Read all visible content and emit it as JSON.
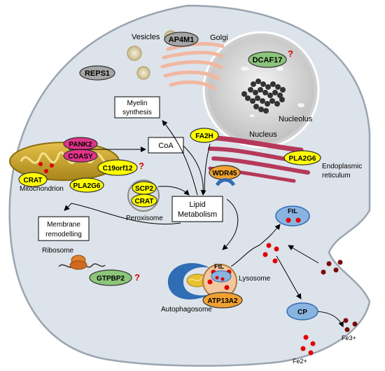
{
  "organelles": {
    "vesicles": "Vesicles",
    "golgi": "Golgi",
    "nucleolus": "Nucleolus",
    "nucleus": "Nucleus",
    "mitochondrion": "Mitochondrion",
    "peroxisome": "Peroxisome",
    "endoplasmic_reticulum": [
      "Endoplasmic",
      "reticulum"
    ],
    "ribosome": "Ribosome",
    "autophagosome": "Autophagosome",
    "lysosome": "Lysosome"
  },
  "proteins": {
    "ap4m1": "AP4M1",
    "reps1": "REPS1",
    "dcaf17": "DCAF17",
    "pank2": "PANK2",
    "coasy": "COASY",
    "c19orf12": "C19orf12",
    "crat_mito": "CRAT",
    "pla2g6_mito": "PLA2G6",
    "fa2h": "FA2H",
    "pla2g6_er": "PLA2G6",
    "wdr45": "WDR45",
    "scp2": "SCP2",
    "crat_perox": "CRAT",
    "gtpbp2": "GTPBP2",
    "atp13a2": "ATP13A2",
    "ftl": "FtL",
    "ftl_lyso": "FtL",
    "cp": "CP"
  },
  "boxes": {
    "myelin": [
      "Myelin",
      "synthesis"
    ],
    "coa": "CoA",
    "lipid": [
      "Lipid",
      "Metabolism"
    ],
    "membrane": [
      "Membrane",
      "remodelling"
    ]
  },
  "iron": {
    "fe3": "Fe3+",
    "fe2": "Fe2+"
  },
  "uncertain_marker": "?",
  "colors": {
    "cell": "#dde3ea",
    "nucleus": "#d9d9d9",
    "yellow_label": "#ffff00",
    "pink_label": "#e0348a",
    "green_label": "#8cc57a",
    "grey_label": "#a6a6a6",
    "orange_label": "#f0a030",
    "blue_label": "#8ab4e0",
    "iron_red": "#e00000",
    "iron_dark": "#7a0a0a",
    "mito_fill": "#c9a227",
    "er_color": "#b5395a",
    "golgi_color": "#f2b7a0"
  }
}
